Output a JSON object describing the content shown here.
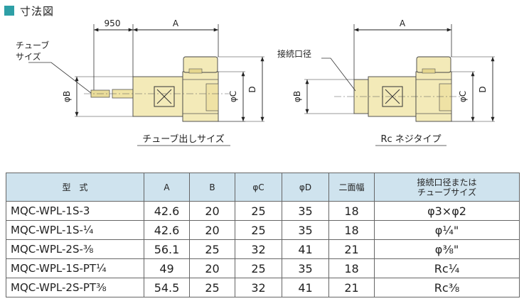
{
  "section": {
    "title": "寸法図"
  },
  "drawing1": {
    "dim_950": "950",
    "dim_A": "A",
    "dim_phiB": "φB",
    "dim_phiC": "φC",
    "dim_D": "D",
    "tube_label_line1": "チューブ",
    "tube_label_line2": "サイズ",
    "caption": "チューブ出しサイズ"
  },
  "drawing2": {
    "dim_A": "A",
    "dim_phiB": "φB",
    "dim_phiC": "φC",
    "dim_D": "D",
    "port_label": "接続口径",
    "caption": "Rc ネジタイプ"
  },
  "table": {
    "headers": [
      "型　式",
      "A",
      "B",
      "φC",
      "φD",
      "二面幅",
      "接続口径または|チューブサイズ"
    ],
    "rows": [
      [
        "MQC-WPL-1S-3",
        "42.6",
        "20",
        "25",
        "35",
        "18",
        "φ3×φ2"
      ],
      [
        "MQC-WPL-1S-¼",
        "42.6",
        "20",
        "25",
        "35",
        "18",
        "φ¼\""
      ],
      [
        "MQC-WPL-2S-⅜",
        "56.1",
        "25",
        "32",
        "41",
        "21",
        "φ⅜\""
      ],
      [
        "MQC-WPL-1S-PT¼",
        "49",
        "20",
        "25",
        "35",
        "18",
        "Rc¼"
      ],
      [
        "MQC-WPL-2S-PT⅜",
        "54.5",
        "25",
        "32",
        "41",
        "21",
        "Rc⅜"
      ]
    ]
  }
}
